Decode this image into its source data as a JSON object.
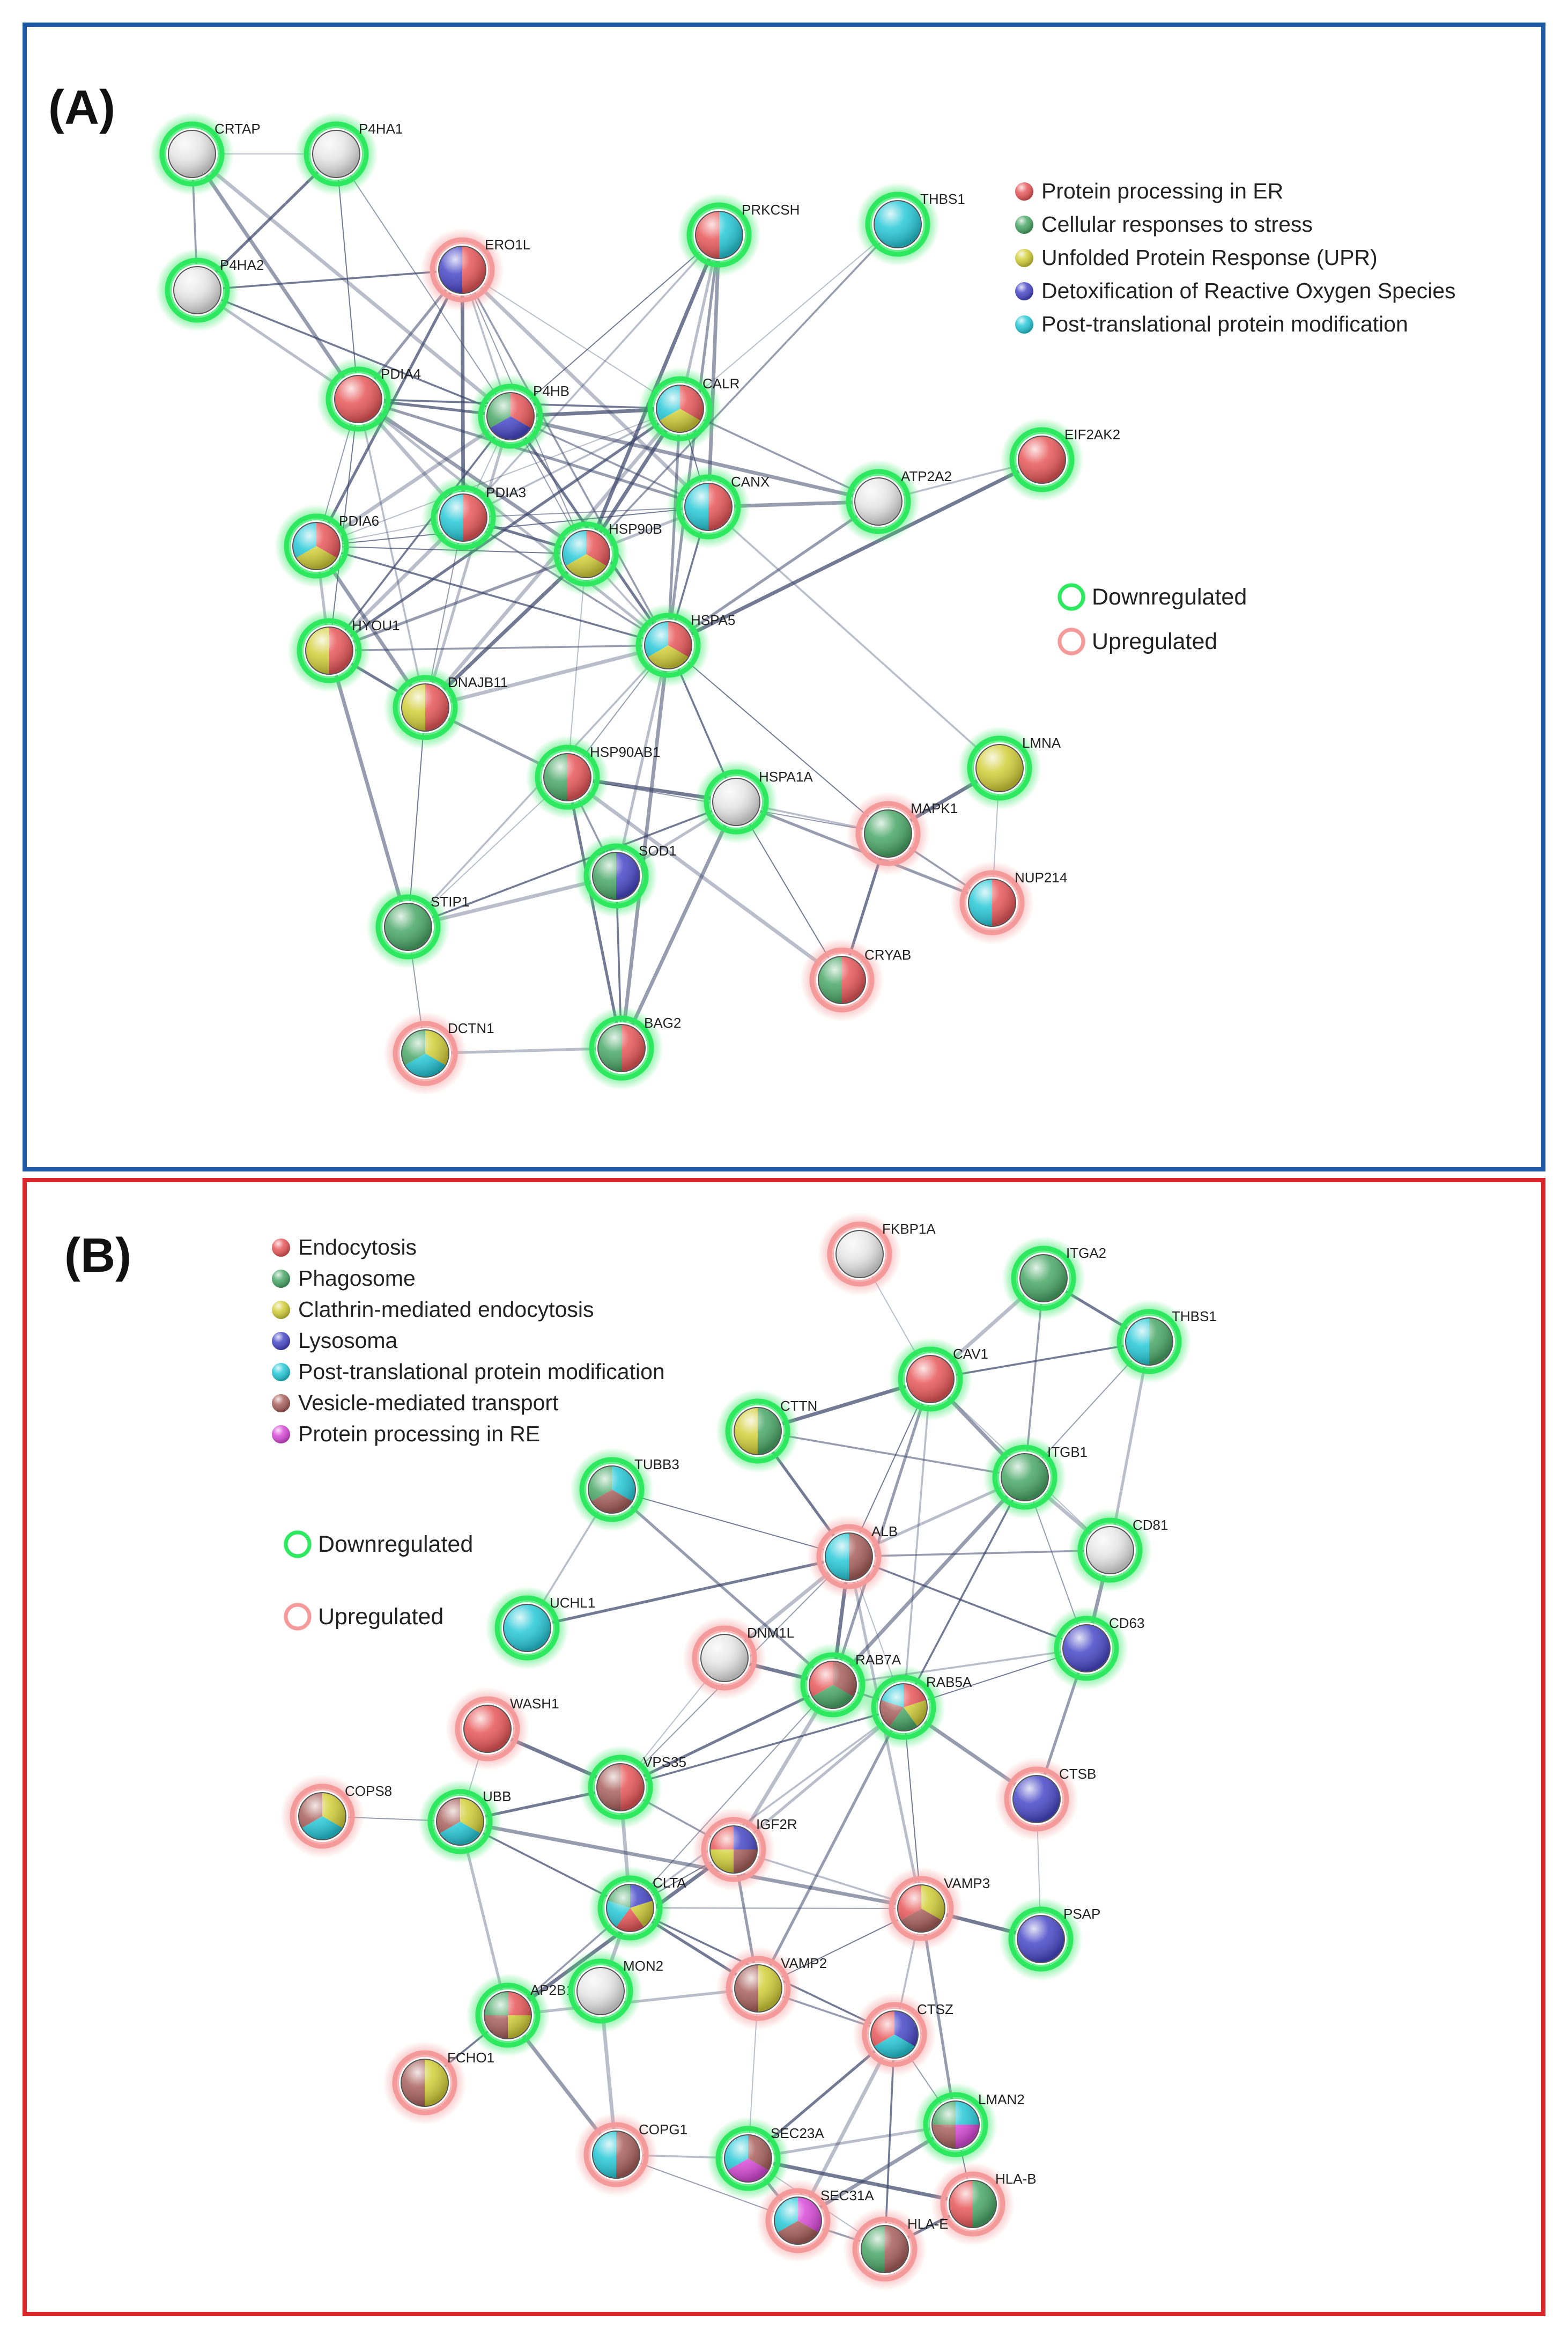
{
  "colors": {
    "er": "#e8585a",
    "stress": "#4aa868",
    "upr": "#d3cf3a",
    "ros": "#4848c8",
    "ptm": "#27c9d8",
    "endo": "#e8585a",
    "phago": "#4aa868",
    "clath": "#d3cf3a",
    "lyso": "#4848c8",
    "vesicle": "#a8605c",
    "protre": "#d84ad8",
    "down": "#2ee860",
    "up": "#f59a9a",
    "blank": "#e6e6e6",
    "edge": "#3a4468"
  },
  "panel_a": {
    "label": "(A)",
    "legend": [
      {
        "color": "er",
        "text": "Protein processing in ER"
      },
      {
        "color": "stress",
        "text": "Cellular responses to stress"
      },
      {
        "color": "upr",
        "text": "Unfolded Protein Response (UPR)"
      },
      {
        "color": "ros",
        "text": "Detoxification of Reactive Oxygen Species"
      },
      {
        "color": "ptm",
        "text": "Post-translational protein modification"
      }
    ],
    "regulation": {
      "down": "Downregulated",
      "up": "Upregulated"
    },
    "nodes": [
      {
        "id": "CRTAP",
        "reg": "down",
        "colors": []
      },
      {
        "id": "P4HA1",
        "reg": "down",
        "colors": []
      },
      {
        "id": "P4HA2",
        "reg": "down",
        "colors": []
      },
      {
        "id": "ERO1L",
        "reg": "up",
        "colors": [
          "er",
          "ros"
        ]
      },
      {
        "id": "PRKCSH",
        "reg": "down",
        "colors": [
          "ptm",
          "er"
        ]
      },
      {
        "id": "THBS1",
        "reg": "down",
        "colors": [
          "ptm"
        ]
      },
      {
        "id": "PDIA4",
        "reg": "down",
        "colors": [
          "er"
        ]
      },
      {
        "id": "P4HB",
        "reg": "down",
        "colors": [
          "er",
          "ros",
          "stress"
        ]
      },
      {
        "id": "CALR",
        "reg": "down",
        "colors": [
          "er",
          "upr",
          "ptm"
        ]
      },
      {
        "id": "EIF2AK2",
        "reg": "down",
        "colors": [
          "er"
        ]
      },
      {
        "id": "ATP2A2",
        "reg": "down",
        "colors": []
      },
      {
        "id": "CANX",
        "reg": "down",
        "colors": [
          "er",
          "ptm"
        ]
      },
      {
        "id": "PDIA3",
        "reg": "down",
        "colors": [
          "er",
          "ptm"
        ]
      },
      {
        "id": "PDIA6",
        "reg": "down",
        "colors": [
          "er",
          "upr",
          "ptm"
        ]
      },
      {
        "id": "HSP90B",
        "reg": "down",
        "colors": [
          "er",
          "upr",
          "ptm"
        ]
      },
      {
        "id": "HYOU1",
        "reg": "down",
        "colors": [
          "er",
          "upr"
        ]
      },
      {
        "id": "HSPA5",
        "reg": "down",
        "colors": [
          "er",
          "upr",
          "ptm"
        ]
      },
      {
        "id": "DNAJB11",
        "reg": "down",
        "colors": [
          "er",
          "upr"
        ]
      },
      {
        "id": "HSP90AB1",
        "reg": "down",
        "colors": [
          "er",
          "stress"
        ]
      },
      {
        "id": "HSPA1A",
        "reg": "down",
        "colors": []
      },
      {
        "id": "LMNA",
        "reg": "down",
        "colors": [
          "upr"
        ]
      },
      {
        "id": "MAPK1",
        "reg": "up",
        "colors": [
          "stress"
        ]
      },
      {
        "id": "NUP214",
        "reg": "up",
        "colors": [
          "er",
          "ptm"
        ]
      },
      {
        "id": "STIP1",
        "reg": "down",
        "colors": [
          "stress"
        ]
      },
      {
        "id": "SOD1",
        "reg": "down",
        "colors": [
          "ros",
          "stress"
        ]
      },
      {
        "id": "CRYAB",
        "reg": "up",
        "colors": [
          "er",
          "stress"
        ]
      },
      {
        "id": "DCTN1",
        "reg": "up",
        "colors": [
          "upr",
          "ptm",
          "stress"
        ]
      },
      {
        "id": "BAG2",
        "reg": "down",
        "colors": [
          "er",
          "stress"
        ]
      }
    ],
    "edges": [
      [
        "CRTAP",
        "P4HA1"
      ],
      [
        "CRTAP",
        "P4HA2"
      ],
      [
        "P4HA1",
        "P4HA2"
      ],
      [
        "CRTAP",
        "P4HB"
      ],
      [
        "P4HA1",
        "P4HB"
      ],
      [
        "P4HA2",
        "P4HB"
      ],
      [
        "P4HA2",
        "PDIA4"
      ],
      [
        "CRTAP",
        "PDIA4"
      ],
      [
        "P4HA1",
        "PDIA4"
      ],
      [
        "ERO1L",
        "P4HB"
      ],
      [
        "ERO1L",
        "PDIA4"
      ],
      [
        "ERO1L",
        "PDIA3"
      ],
      [
        "ERO1L",
        "CALR"
      ],
      [
        "ERO1L",
        "HSPA5"
      ],
      [
        "ERO1L",
        "PDIA6"
      ],
      [
        "ERO1L",
        "CANX"
      ],
      [
        "ERO1L",
        "HSP90B"
      ],
      [
        "P4HA2",
        "ERO1L"
      ],
      [
        "PRKCSH",
        "CALR"
      ],
      [
        "PRKCSH",
        "CANX"
      ],
      [
        "PRKCSH",
        "P4HB"
      ],
      [
        "PRKCSH",
        "PDIA3"
      ],
      [
        "PRKCSH",
        "HSPA5"
      ],
      [
        "PRKCSH",
        "HSP90B"
      ],
      [
        "THBS1",
        "CALR"
      ],
      [
        "THBS1",
        "HSP90B"
      ],
      [
        "PDIA4",
        "P4HB"
      ],
      [
        "PDIA4",
        "PDIA3"
      ],
      [
        "PDIA4",
        "PDIA6"
      ],
      [
        "PDIA4",
        "CALR"
      ],
      [
        "PDIA4",
        "HSPA5"
      ],
      [
        "PDIA4",
        "HSP90B"
      ],
      [
        "PDIA4",
        "HYOU1"
      ],
      [
        "PDIA4",
        "DNAJB11"
      ],
      [
        "PDIA4",
        "CANX"
      ],
      [
        "P4HB",
        "CALR"
      ],
      [
        "P4HB",
        "PDIA3"
      ],
      [
        "P4HB",
        "CANX"
      ],
      [
        "P4HB",
        "HSPA5"
      ],
      [
        "P4HB",
        "PDIA6"
      ],
      [
        "P4HB",
        "HSP90B"
      ],
      [
        "P4HB",
        "HYOU1"
      ],
      [
        "P4HB",
        "DNAJB11"
      ],
      [
        "P4HB",
        "ATP2A2"
      ],
      [
        "CALR",
        "CANX"
      ],
      [
        "CALR",
        "PDIA3"
      ],
      [
        "CALR",
        "HSPA5"
      ],
      [
        "CALR",
        "HSP90B"
      ],
      [
        "CALR",
        "PDIA6"
      ],
      [
        "CALR",
        "ATP2A2"
      ],
      [
        "CALR",
        "HYOU1"
      ],
      [
        "CALR",
        "DNAJB11"
      ],
      [
        "CANX",
        "PDIA3"
      ],
      [
        "CANX",
        "HSPA5"
      ],
      [
        "CANX",
        "HSP90B"
      ],
      [
        "CANX",
        "ATP2A2"
      ],
      [
        "CANX",
        "PDIA6"
      ],
      [
        "ATP2A2",
        "EIF2AK2"
      ],
      [
        "ATP2A2",
        "HSPA5"
      ],
      [
        "EIF2AK2",
        "HSPA5"
      ],
      [
        "PDIA3",
        "PDIA6"
      ],
      [
        "PDIA3",
        "HSPA5"
      ],
      [
        "PDIA3",
        "HSP90B"
      ],
      [
        "PDIA3",
        "HYOU1"
      ],
      [
        "PDIA3",
        "DNAJB11"
      ],
      [
        "PDIA6",
        "HSPA5"
      ],
      [
        "PDIA6",
        "HYOU1"
      ],
      [
        "PDIA6",
        "DNAJB11"
      ],
      [
        "PDIA6",
        "HSP90B"
      ],
      [
        "HSP90B",
        "HSPA5"
      ],
      [
        "HSP90B",
        "HYOU1"
      ],
      [
        "HSP90B",
        "DNAJB11"
      ],
      [
        "HSP90B",
        "HSP90AB1"
      ],
      [
        "HYOU1",
        "HSPA5"
      ],
      [
        "HYOU1",
        "DNAJB11"
      ],
      [
        "HSPA5",
        "DNAJB11"
      ],
      [
        "HSPA5",
        "HSP90AB1"
      ],
      [
        "HSPA5",
        "HSPA1A"
      ],
      [
        "HSPA5",
        "SOD1"
      ],
      [
        "HSPA5",
        "BAG2"
      ],
      [
        "HSPA5",
        "MAPK1"
      ],
      [
        "HSPA5",
        "STIP1"
      ],
      [
        "DNAJB11",
        "HSP90AB1"
      ],
      [
        "HSP90AB1",
        "HSPA1A"
      ],
      [
        "HSP90AB1",
        "STIP1"
      ],
      [
        "HSP90AB1",
        "SOD1"
      ],
      [
        "HSP90AB1",
        "BAG2"
      ],
      [
        "HSP90AB1",
        "CRYAB"
      ],
      [
        "HSP90AB1",
        "MAPK1"
      ],
      [
        "HSPA1A",
        "STIP1"
      ],
      [
        "HSPA1A",
        "SOD1"
      ],
      [
        "HSPA1A",
        "BAG2"
      ],
      [
        "HSPA1A",
        "CRYAB"
      ],
      [
        "HSPA1A",
        "MAPK1"
      ],
      [
        "HSPA1A",
        "NUP214"
      ],
      [
        "LMNA",
        "MAPK1"
      ],
      [
        "LMNA",
        "NUP214"
      ],
      [
        "MAPK1",
        "NUP214"
      ],
      [
        "MAPK1",
        "CRYAB"
      ],
      [
        "STIP1",
        "SOD1"
      ],
      [
        "STIP1",
        "DCTN1"
      ],
      [
        "SOD1",
        "BAG2"
      ],
      [
        "DCTN1",
        "BAG2"
      ],
      [
        "HYOU1",
        "STIP1"
      ],
      [
        "DNAJB11",
        "STIP1"
      ],
      [
        "CANX",
        "LMNA"
      ]
    ]
  },
  "panel_b": {
    "label": "(B)",
    "legend": [
      {
        "color": "endo",
        "text": "Endocytosis"
      },
      {
        "color": "phago",
        "text": "Phagosome"
      },
      {
        "color": "clath",
        "text": "Clathrin-mediated endocytosis"
      },
      {
        "color": "lyso",
        "text": "Lysosoma"
      },
      {
        "color": "ptm",
        "text": "Post-translational protein modification"
      },
      {
        "color": "vesicle",
        "text": "Vesicle-mediated transport"
      },
      {
        "color": "protre",
        "text": "Protein processing in RE"
      }
    ],
    "regulation": {
      "down": "Downregulated",
      "up": "Upregulated"
    },
    "nodes": [
      {
        "id": "FKBP1A",
        "reg": "up",
        "colors": []
      },
      {
        "id": "ITGA2",
        "reg": "down",
        "colors": [
          "phago"
        ]
      },
      {
        "id": "THBS1",
        "reg": "down",
        "colors": [
          "phago",
          "ptm"
        ]
      },
      {
        "id": "CAV1",
        "reg": "down",
        "colors": [
          "endo"
        ]
      },
      {
        "id": "CTTN",
        "reg": "down",
        "colors": [
          "phago",
          "clath"
        ]
      },
      {
        "id": "ITGB1",
        "reg": "down",
        "colors": [
          "phago"
        ]
      },
      {
        "id": "TUBB3",
        "reg": "down",
        "colors": [
          "ptm",
          "vesicle",
          "phago"
        ]
      },
      {
        "id": "ALB",
        "reg": "up",
        "colors": [
          "vesicle",
          "ptm"
        ]
      },
      {
        "id": "CD81",
        "reg": "down",
        "colors": []
      },
      {
        "id": "UCHL1",
        "reg": "down",
        "colors": [
          "ptm"
        ]
      },
      {
        "id": "DNM1L",
        "reg": "up",
        "colors": []
      },
      {
        "id": "CD63",
        "reg": "down",
        "colors": [
          "lyso"
        ]
      },
      {
        "id": "RAB7A",
        "reg": "down",
        "colors": [
          "vesicle",
          "phago",
          "endo"
        ]
      },
      {
        "id": "RAB5A",
        "reg": "down",
        "colors": [
          "endo",
          "clath",
          "phago",
          "vesicle",
          "ptm"
        ]
      },
      {
        "id": "WASH1",
        "reg": "up",
        "colors": [
          "endo"
        ]
      },
      {
        "id": "VPS35",
        "reg": "down",
        "colors": [
          "endo",
          "vesicle"
        ]
      },
      {
        "id": "CTSB",
        "reg": "up",
        "colors": [
          "lyso"
        ]
      },
      {
        "id": "COPS8",
        "reg": "up",
        "colors": [
          "clath",
          "ptm",
          "vesicle"
        ]
      },
      {
        "id": "UBB",
        "reg": "down",
        "colors": [
          "clath",
          "ptm",
          "vesicle"
        ]
      },
      {
        "id": "IGF2R",
        "reg": "up",
        "colors": [
          "lyso",
          "vesicle",
          "clath",
          "endo"
        ]
      },
      {
        "id": "VAMP3",
        "reg": "up",
        "colors": [
          "clath",
          "vesicle",
          "endo"
        ]
      },
      {
        "id": "CLTA",
        "reg": "down",
        "colors": [
          "lyso",
          "clath",
          "endo",
          "ptm",
          "phago"
        ]
      },
      {
        "id": "PSAP",
        "reg": "down",
        "colors": [
          "lyso"
        ]
      },
      {
        "id": "AP2B1",
        "reg": "down",
        "colors": [
          "endo",
          "clath",
          "vesicle",
          "phago"
        ]
      },
      {
        "id": "MON2",
        "reg": "down",
        "colors": []
      },
      {
        "id": "VAMP2",
        "reg": "up",
        "colors": [
          "clath",
          "vesicle"
        ]
      },
      {
        "id": "CTSZ",
        "reg": "up",
        "colors": [
          "lyso",
          "ptm",
          "endo"
        ]
      },
      {
        "id": "FCHO1",
        "reg": "up",
        "colors": [
          "clath",
          "vesicle"
        ]
      },
      {
        "id": "LMAN2",
        "reg": "down",
        "colors": [
          "ptm",
          "protre",
          "vesicle",
          "phago"
        ]
      },
      {
        "id": "COPG1",
        "reg": "up",
        "colors": [
          "vesicle",
          "ptm"
        ]
      },
      {
        "id": "SEC23A",
        "reg": "down",
        "colors": [
          "vesicle",
          "protre",
          "ptm"
        ]
      },
      {
        "id": "HLA-B",
        "reg": "up",
        "colors": [
          "phago",
          "endo"
        ]
      },
      {
        "id": "SEC31A",
        "reg": "up",
        "colors": [
          "protre",
          "vesicle",
          "ptm"
        ]
      },
      {
        "id": "HLA-E",
        "reg": "up",
        "colors": [
          "vesicle",
          "phago"
        ]
      }
    ],
    "edges": [
      [
        "FKBP1A",
        "CAV1"
      ],
      [
        "ITGA2",
        "ITGB1"
      ],
      [
        "ITGA2",
        "THBS1"
      ],
      [
        "ITGA2",
        "CAV1"
      ],
      [
        "THBS1",
        "ITGB1"
      ],
      [
        "THBS1",
        "CAV1"
      ],
      [
        "THBS1",
        "CD81"
      ],
      [
        "CAV1",
        "ITGB1"
      ],
      [
        "CAV1",
        "ALB"
      ],
      [
        "CAV1",
        "RAB5A"
      ],
      [
        "CAV1",
        "RAB7A"
      ],
      [
        "CAV1",
        "CTTN"
      ],
      [
        "CAV1",
        "CD81"
      ],
      [
        "CTTN",
        "ITGB1"
      ],
      [
        "CTTN",
        "ALB"
      ],
      [
        "ITGB1",
        "CD81"
      ],
      [
        "ITGB1",
        "CD63"
      ],
      [
        "ITGB1",
        "RAB5A"
      ],
      [
        "ITGB1",
        "ALB"
      ],
      [
        "ITGB1",
        "RAB7A"
      ],
      [
        "TUBB3",
        "ALB"
      ],
      [
        "TUBB3",
        "UCHL1"
      ],
      [
        "TUBB3",
        "RAB7A"
      ],
      [
        "ALB",
        "RAB7A"
      ],
      [
        "ALB",
        "RAB5A"
      ],
      [
        "ALB",
        "CD81"
      ],
      [
        "ALB",
        "UCHL1"
      ],
      [
        "ALB",
        "DNM1L"
      ],
      [
        "ALB",
        "VPS35"
      ],
      [
        "ALB",
        "CD63"
      ],
      [
        "ALB",
        "VAMP3"
      ],
      [
        "CD81",
        "CD63"
      ],
      [
        "CD63",
        "RAB5A"
      ],
      [
        "CD63",
        "RAB7A"
      ],
      [
        "CD63",
        "CTSB"
      ],
      [
        "DNM1L",
        "RAB7A"
      ],
      [
        "DNM1L",
        "VPS35"
      ],
      [
        "RAB7A",
        "RAB5A"
      ],
      [
        "RAB7A",
        "VPS35"
      ],
      [
        "RAB7A",
        "IGF2R"
      ],
      [
        "RAB7A",
        "CLTA"
      ],
      [
        "RAB5A",
        "VPS35"
      ],
      [
        "RAB5A",
        "IGF2R"
      ],
      [
        "RAB5A",
        "CTSB"
      ],
      [
        "RAB5A",
        "VAMP3"
      ],
      [
        "RAB5A",
        "CLTA"
      ],
      [
        "RAB5A",
        "VAMP2"
      ],
      [
        "WASH1",
        "VPS35"
      ],
      [
        "WASH1",
        "UBB"
      ],
      [
        "VPS35",
        "IGF2R"
      ],
      [
        "VPS35",
        "UBB"
      ],
      [
        "VPS35",
        "CLTA"
      ],
      [
        "COPS8",
        "UBB"
      ],
      [
        "UBB",
        "CLTA"
      ],
      [
        "UBB",
        "AP2B1"
      ],
      [
        "UBB",
        "VAMP3"
      ],
      [
        "IGF2R",
        "CLTA"
      ],
      [
        "IGF2R",
        "VAMP3"
      ],
      [
        "IGF2R",
        "VAMP2"
      ],
      [
        "IGF2R",
        "AP2B1"
      ],
      [
        "CTSB",
        "PSAP"
      ],
      [
        "CLTA",
        "AP2B1"
      ],
      [
        "CLTA",
        "VAMP2"
      ],
      [
        "CLTA",
        "MON2"
      ],
      [
        "CLTA",
        "VAMP3"
      ],
      [
        "AP2B1",
        "FCHO1"
      ],
      [
        "AP2B1",
        "VAMP2"
      ],
      [
        "AP2B1",
        "COPG1"
      ],
      [
        "VAMP3",
        "VAMP2"
      ],
      [
        "VAMP3",
        "CTSZ"
      ],
      [
        "VAMP3",
        "LMAN2"
      ],
      [
        "VAMP3",
        "PSAP"
      ],
      [
        "VAMP2",
        "SEC23A"
      ],
      [
        "VAMP2",
        "CTSZ"
      ],
      [
        "CTSZ",
        "SEC23A"
      ],
      [
        "CTSZ",
        "SEC31A"
      ],
      [
        "CTSZ",
        "LMAN2"
      ],
      [
        "CTSZ",
        "HLA-E"
      ],
      [
        "LMAN2",
        "SEC23A"
      ],
      [
        "LMAN2",
        "SEC31A"
      ],
      [
        "LMAN2",
        "HLA-B"
      ],
      [
        "COPG1",
        "SEC23A"
      ],
      [
        "SEC23A",
        "SEC31A"
      ],
      [
        "SEC23A",
        "HLA-B"
      ],
      [
        "SEC23A",
        "HLA-E"
      ],
      [
        "SEC31A",
        "HLA-E"
      ],
      [
        "HLA-B",
        "HLA-E"
      ],
      [
        "MON2",
        "COPG1"
      ],
      [
        "COPG1",
        "SEC31A"
      ],
      [
        "CLTA",
        "CTSZ"
      ]
    ]
  }
}
